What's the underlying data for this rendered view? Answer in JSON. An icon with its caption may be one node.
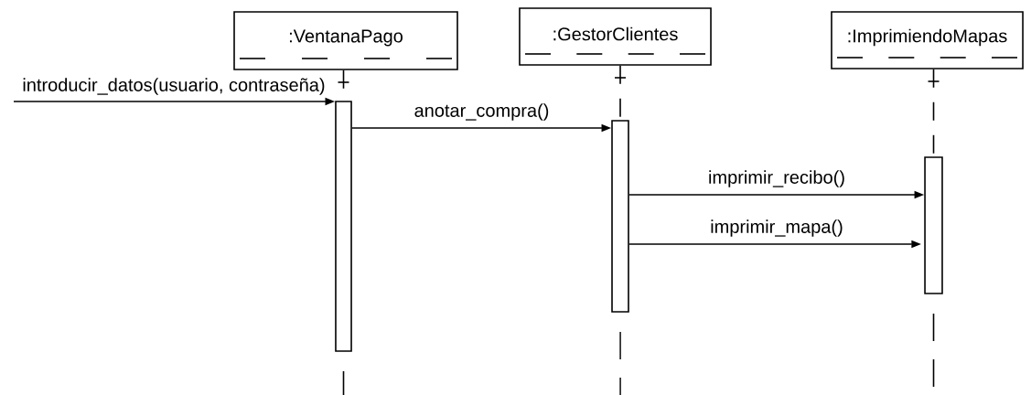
{
  "diagram": {
    "nodes": [
      {
        "text": [
          ":VentanaPago"
        ]
      },
      {
        "text": [
          ":GestorClientes"
        ]
      },
      {
        "text": [
          ":ImprimiendoMapas"
        ]
      },
      {
        "text": [],
        "shape": "bar"
      },
      {
        "text": [],
        "shape": "bar"
      },
      {
        "text": [],
        "shape": "bar"
      }
    ],
    "edges": [
      {
        "from": 0,
        "to": 3,
        "arrow": "none",
        "style": "dashed"
      },
      {
        "from": 1,
        "to": 4,
        "arrow": "none",
        "style": "dashed"
      },
      {
        "from": 2,
        "to": 5,
        "arrow": "none",
        "style": "dashed"
      },
      {
        "from": null,
        "to": 3,
        "arrow": "to",
        "label": "introducir_datos(usuario, contraseña)"
      },
      {
        "from": 3,
        "to": 4,
        "arrow": "to",
        "label": "anotar_compra()"
      },
      {
        "from": 4,
        "to": 5,
        "arrow": "to",
        "label": "imprimir_recibo()"
      },
      {
        "from": 4,
        "to": 5,
        "arrow": "to",
        "label": "imprimir_mapa()"
      }
    ]
  }
}
